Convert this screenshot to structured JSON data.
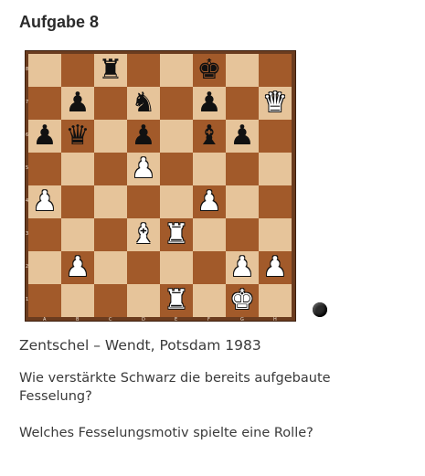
{
  "title": "Aufgabe 8",
  "caption": "Zentschel – Wendt, Potsdam 1983",
  "question1": "Wie verstärkte Schwarz die bereits aufgebaute Fesselung?",
  "question2": "Welches Fesselungsmotiv spielte eine Rolle?",
  "side_to_move": "black",
  "board": {
    "files": [
      "A",
      "B",
      "C",
      "D",
      "E",
      "F",
      "G",
      "H"
    ],
    "ranks": [
      "8",
      "7",
      "6",
      "5",
      "4",
      "3",
      "2",
      "1"
    ],
    "pieces": [
      {
        "square": "c8",
        "piece": "rook",
        "color": "black"
      },
      {
        "square": "f8",
        "piece": "king",
        "color": "black"
      },
      {
        "square": "b7",
        "piece": "pawn",
        "color": "black"
      },
      {
        "square": "d7",
        "piece": "knight",
        "color": "black"
      },
      {
        "square": "f7",
        "piece": "pawn",
        "color": "black"
      },
      {
        "square": "h7",
        "piece": "queen",
        "color": "white"
      },
      {
        "square": "a6",
        "piece": "pawn",
        "color": "black"
      },
      {
        "square": "b6",
        "piece": "queen",
        "color": "black"
      },
      {
        "square": "d6",
        "piece": "pawn",
        "color": "black"
      },
      {
        "square": "f6",
        "piece": "bishop",
        "color": "black"
      },
      {
        "square": "g6",
        "piece": "pawn",
        "color": "black"
      },
      {
        "square": "d5",
        "piece": "pawn",
        "color": "white"
      },
      {
        "square": "a4",
        "piece": "pawn",
        "color": "white"
      },
      {
        "square": "f4",
        "piece": "pawn",
        "color": "white"
      },
      {
        "square": "d3",
        "piece": "bishop",
        "color": "white"
      },
      {
        "square": "e3",
        "piece": "rook",
        "color": "white"
      },
      {
        "square": "b2",
        "piece": "pawn",
        "color": "white"
      },
      {
        "square": "g2",
        "piece": "pawn",
        "color": "white"
      },
      {
        "square": "h2",
        "piece": "pawn",
        "color": "white"
      },
      {
        "square": "e1",
        "piece": "rook",
        "color": "white"
      },
      {
        "square": "g1",
        "piece": "king",
        "color": "white"
      }
    ]
  }
}
